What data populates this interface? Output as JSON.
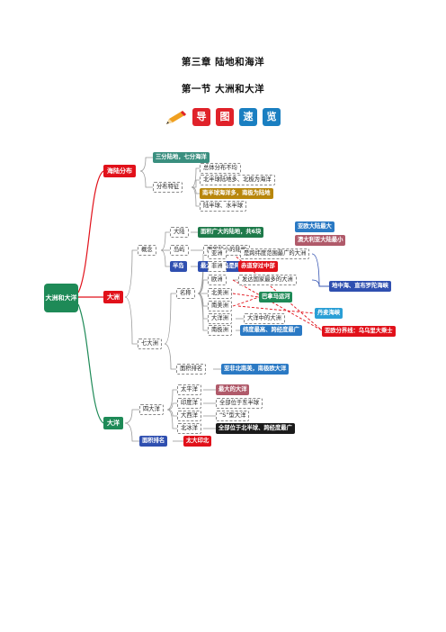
{
  "title": "第三章  陆地和海洋",
  "subtitle": "第一节  大洲和大洋",
  "banner": {
    "chars": [
      "导",
      "图",
      "速",
      "览"
    ],
    "colors": [
      "#e0222a",
      "#e0222a",
      "#1a7fc1",
      "#1a7fc1"
    ],
    "icon": "pencil-icon"
  },
  "root": "大洲和大洋",
  "sea_land": {
    "label": "海陆分布",
    "ratio": "三分陆地，七分海洋",
    "feature": "分布特征",
    "items": [
      "总体分布不均",
      "北半球陆地多、北极为海洋",
      "南半球海洋多，南极为陆地",
      "陆半球、水半球"
    ]
  },
  "continents": {
    "label": "大洲",
    "concept": "概念",
    "mainland": "大陆",
    "mainland_def": "面积广大的陆地，共6块",
    "mainland_notes": [
      "亚欧大陆最大",
      "澳大利亚大陆最小"
    ],
    "island": "岛屿",
    "island_def": "面积较小的陆地",
    "peninsula": "半岛",
    "peninsula_def": "最大的半岛是阿拉伯半岛",
    "seven": "七大洲",
    "names_label": "名称",
    "names": [
      "亚洲",
      "非洲",
      "欧洲",
      "北美洲",
      "南美洲",
      "大洋洲",
      "南极洲"
    ],
    "asia_note": "是跨纬度范围最广的大洲",
    "africa_note": "赤道穿过中部",
    "europe_note": "发达国家最多的大洲",
    "oceania_note": "大洋中的大洲",
    "antarctica_note": "纬度最高、跨经度最广",
    "panama": "巴拿马运河",
    "med_note": "地中海、直布罗陀海峡",
    "danish_note": "丹麦海峡",
    "eurasia_note": "亚欧分界线：乌乌里大乘士",
    "area_rank": "面积排名",
    "area_rank_value": "亚非北南美，南极欧大洋"
  },
  "oceans": {
    "label": "大洋",
    "four": "四大洋",
    "names": [
      "太平洋",
      "印度洋",
      "大西洋",
      "北冰洋"
    ],
    "notes": [
      "最大的大洋",
      "全部位于东半球",
      "“S”型大洋",
      "全部位于北半球、跨经度最广"
    ],
    "area_rank": "面积排名",
    "area_rank_value": "太大印北"
  }
}
